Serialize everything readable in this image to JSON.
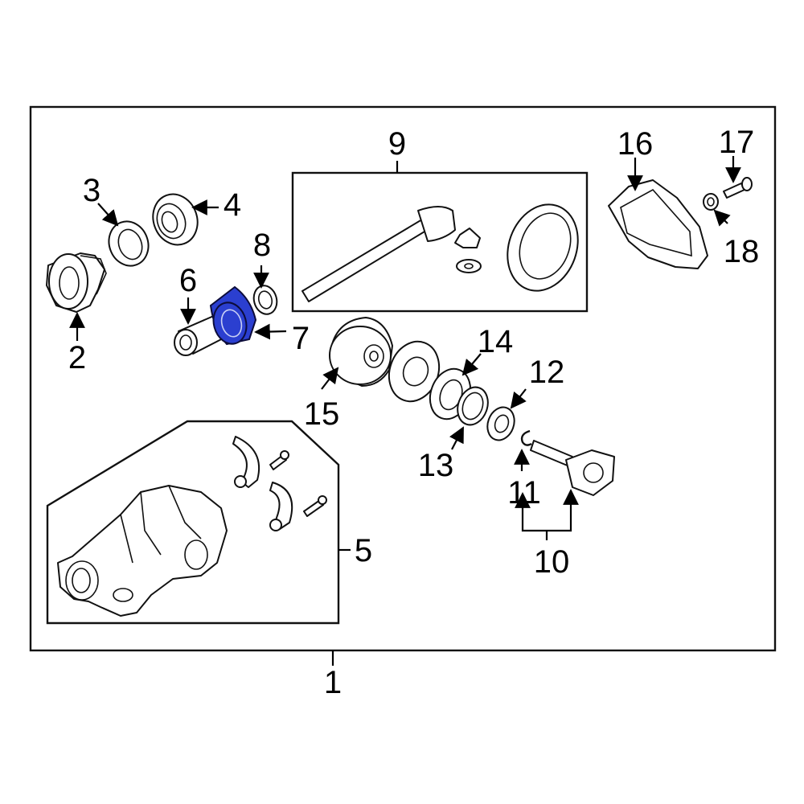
{
  "callouts": [
    "1",
    "2",
    "3",
    "4",
    "5",
    "6",
    "7",
    "8",
    "9",
    "10",
    "11",
    "12",
    "13",
    "14",
    "15",
    "16",
    "17",
    "18"
  ],
  "highlighted_part": "7",
  "colors": {
    "highlight": "#2b3fd0",
    "line": "#111111",
    "background": "#ffffff"
  }
}
